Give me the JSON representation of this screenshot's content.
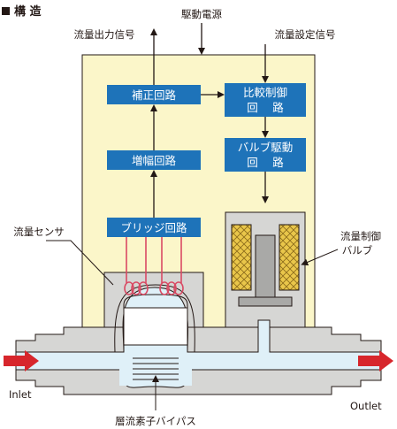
{
  "title": "構 造",
  "labels": {
    "drive_power": "駆動電源",
    "flow_output_signal": "流量出力信号",
    "flow_setting_signal": "流量設定信号",
    "flow_sensor": "流量センサ",
    "flow_control_valve_1": "流量制御",
    "flow_control_valve_2": "バルブ",
    "inlet": "Inlet",
    "outlet": "Outlet",
    "laminar_bypass": "層流素子バイパス"
  },
  "blocks": {
    "correction": "補正回路",
    "amplifier": "増幅回路",
    "bridge": "ブリッジ回路",
    "compare_1": "比較制御",
    "compare_2": "回　 路",
    "valve_drive_1": "バルブ駆動",
    "valve_drive_2": "回　 路"
  },
  "colors": {
    "panel": "#fbf6c9",
    "block": "#1e73b9",
    "body": "#d6d6d4",
    "flow": "#dff0f8",
    "coil": "#d94a64",
    "arrow": "#d7262c",
    "solenoid": "#e9c64a"
  }
}
